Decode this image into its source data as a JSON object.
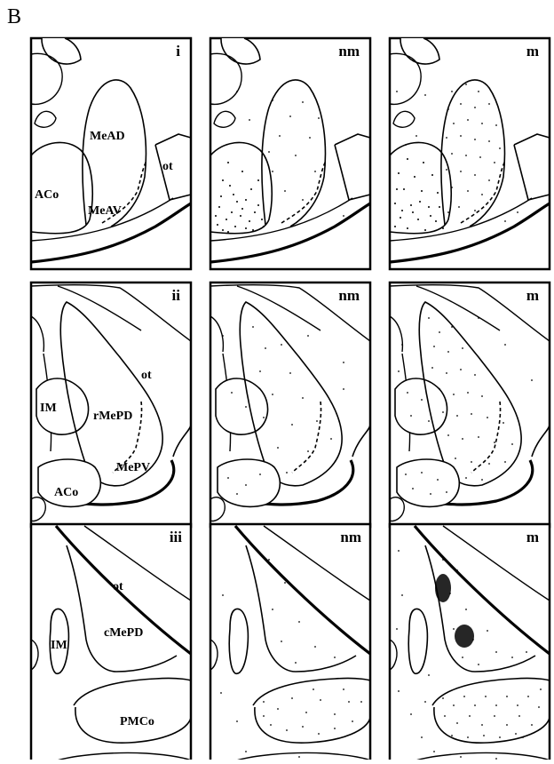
{
  "panel_label": "B",
  "row1": {
    "panel_tags": [
      "i",
      "nm",
      "m"
    ],
    "regions": {
      "mead": "MeAD",
      "meav": "MeAV",
      "aco": "ACo",
      "ot": "ot"
    }
  },
  "row2": {
    "panel_tags": [
      "ii",
      "nm",
      "m"
    ],
    "regions": {
      "im": "IM",
      "rmepd": "rMePD",
      "mepv": "MePV",
      "aco": "ACo",
      "ot": "ot"
    }
  },
  "row3": {
    "panel_tags": [
      "iii",
      "nm",
      "m"
    ],
    "regions": {
      "ot": "ot",
      "im": "IM",
      "cmepd": "cMePD",
      "pmco": "PMCo"
    }
  }
}
